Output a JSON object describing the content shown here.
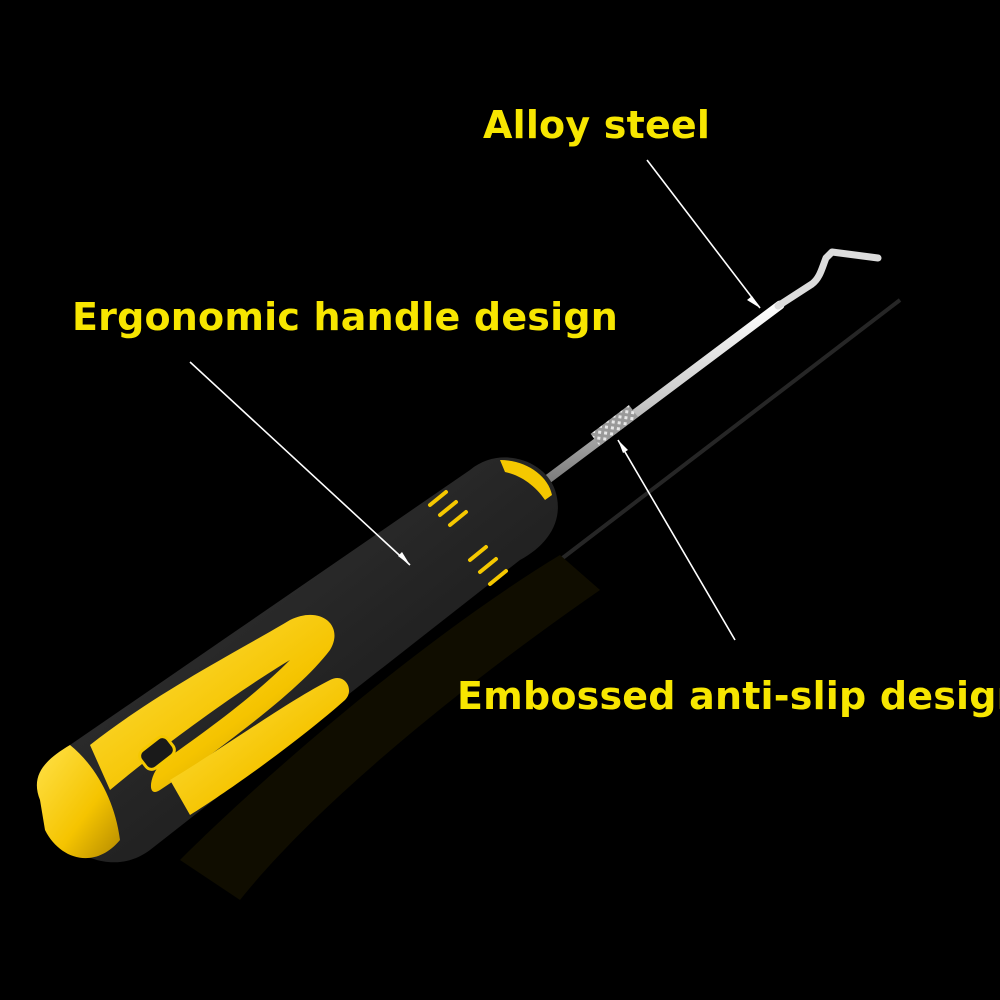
{
  "labels": {
    "alloy_steel": "Alloy steel",
    "handle_design": "Ergonomic handle design",
    "embossed_design": "Embossed anti-slip design"
  },
  "colors": {
    "background": "#000000",
    "label_text": "#f7e600",
    "handle_black": "#2b2b2b",
    "handle_yellow": "#f5c800",
    "steel": "#d9d9d9",
    "pointer_line": "#ffffff"
  }
}
